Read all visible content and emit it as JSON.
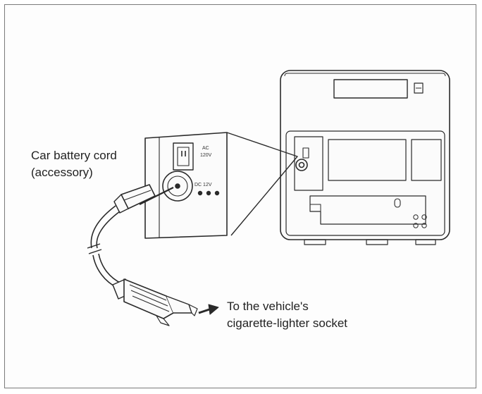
{
  "labels": {
    "cord_title": "Car battery cord",
    "cord_note": "(accessory)",
    "destination_line1": "To the vehicle's",
    "destination_line2": "cigarette-lighter socket"
  },
  "panel": {
    "ac_label": "AC",
    "ac_voltage": "120V",
    "dc_label": "DC 12V"
  }
}
